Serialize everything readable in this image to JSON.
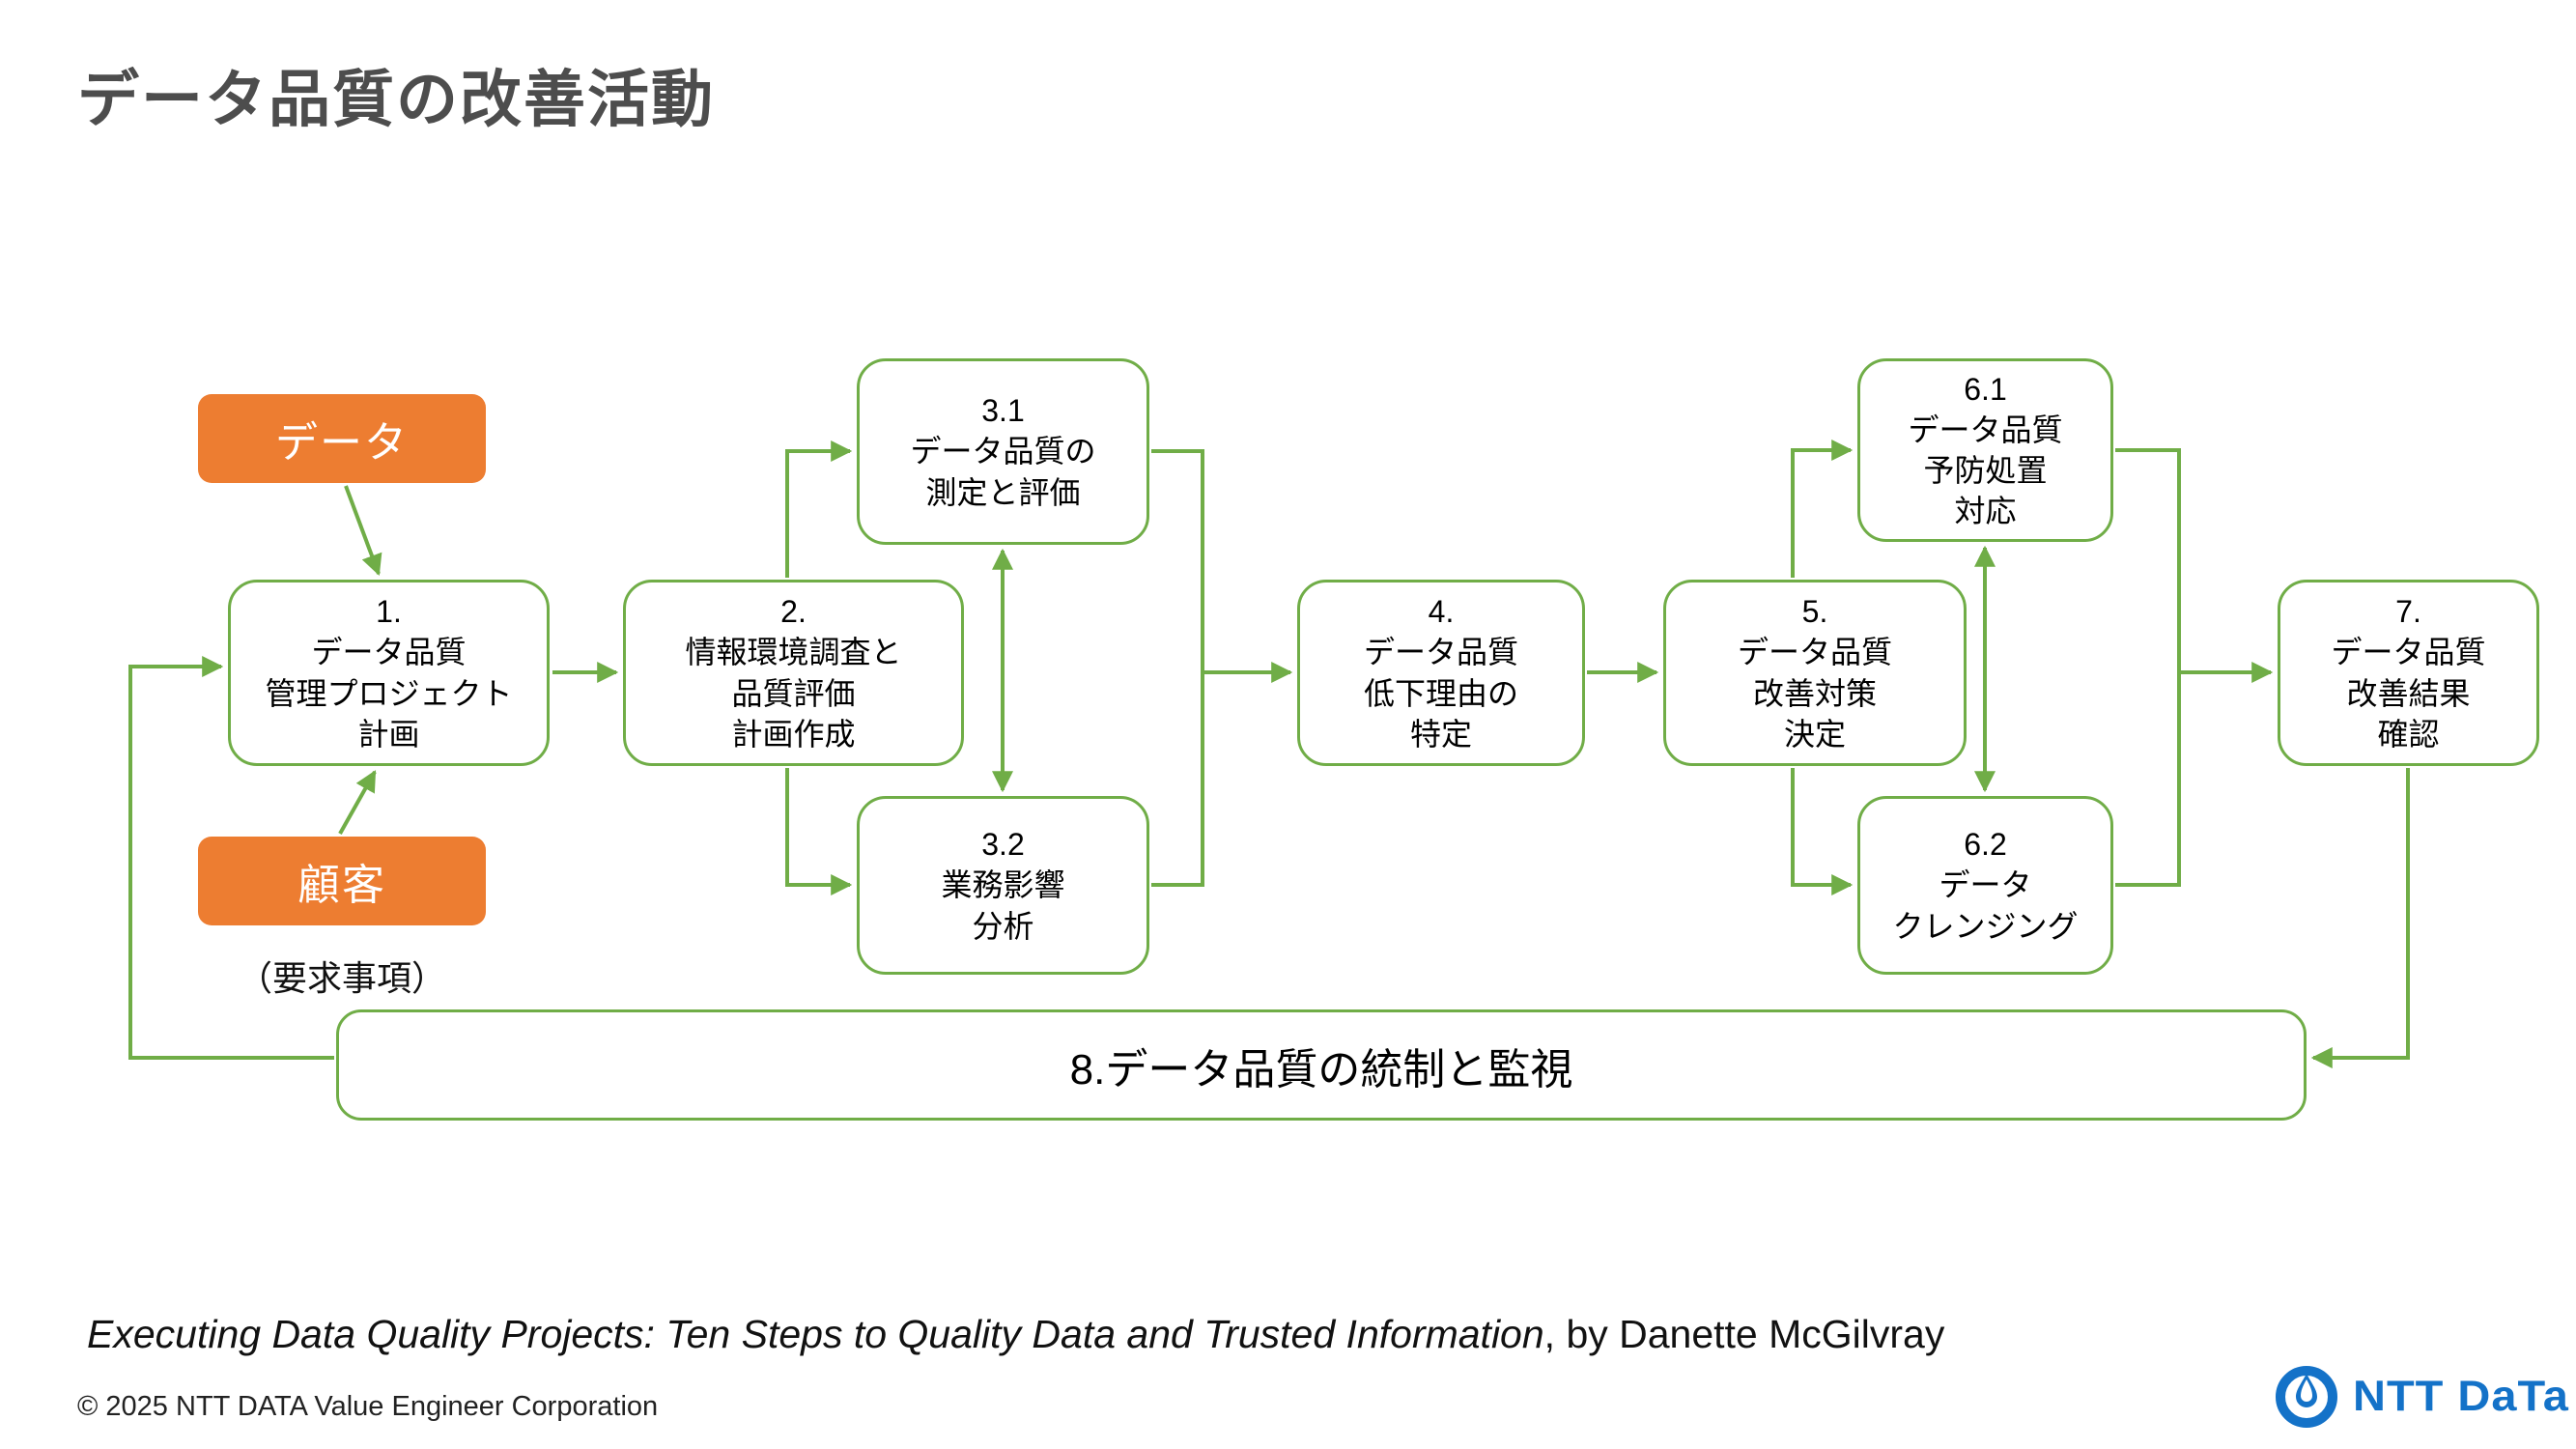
{
  "title": "データ品質の改善活動",
  "diagram": {
    "data_source_label": "データ",
    "customer_label": "顧客",
    "customer_note": "（要求事項）",
    "steps": [
      {
        "id": "1",
        "text": "1.\nデータ品質\n管理プロジェクト\n計画"
      },
      {
        "id": "2",
        "text": "2.\n情報環境調査と\n品質評価\n計画作成"
      },
      {
        "id": "3.1",
        "text": "3.1\nデータ品質の\n測定と評価"
      },
      {
        "id": "3.2",
        "text": "3.2\n業務影響\n分析"
      },
      {
        "id": "4",
        "text": "4.\nデータ品質\n低下理由の\n特定"
      },
      {
        "id": "5",
        "text": "5.\nデータ品質\n改善対策\n決定"
      },
      {
        "id": "6.1",
        "text": "6.1\nデータ品質\n予防処置\n対応"
      },
      {
        "id": "6.2",
        "text": "6.2\nデータ\nクレンジング"
      },
      {
        "id": "7",
        "text": "7.\nデータ品質\n改善結果\n確認"
      },
      {
        "id": "8",
        "text": "8.データ品質の統制と監視"
      }
    ]
  },
  "footer": {
    "citation_title": "Executing Data Quality Projects: Ten Steps to Quality Data and Trusted Information",
    "citation_suffix": ", by Danette McGilvray",
    "copyright": "© 2025 NTT DATA Value Engineer Corporation",
    "logo_text": "NTT DaTa"
  },
  "colors": {
    "flow_green": "#70AD47",
    "source_orange": "#ED7D31",
    "logo_blue": "#1472C8",
    "title_gray": "#4d4d4d"
  }
}
